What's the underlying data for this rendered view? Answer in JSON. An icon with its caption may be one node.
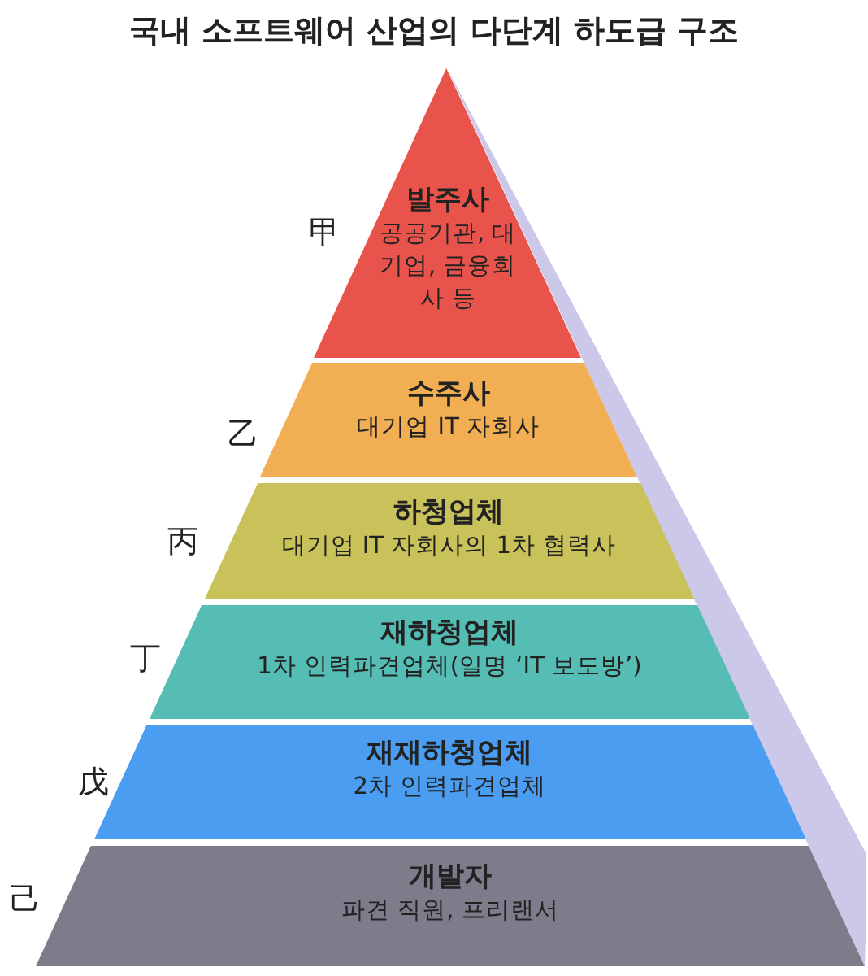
{
  "diagram": {
    "title": "국내 소프트웨어 산업의 다단계 하도급 구조",
    "nodes": [
      {
        "text": [
          "발주사",
          "공공기관, 대기업, 금융회사 등"
        ],
        "beside": [
          "甲"
        ]
      },
      {
        "text": [
          "수주사",
          "대기업 IT 자회사"
        ],
        "beside": [
          "乙"
        ]
      },
      {
        "text": [
          "하청업체",
          "대기업 IT 자회사의 1차 협력사"
        ],
        "beside": [
          "丙"
        ]
      },
      {
        "text": [
          "재하청업체",
          "1차 인력파견업체(일명 ‘IT 보도방’)"
        ],
        "beside": [
          "丁"
        ]
      },
      {
        "text": [
          "재재하청업체",
          "2차 인력파견업체"
        ],
        "beside": [
          "戊"
        ]
      },
      {
        "text": [
          "개발자",
          "파견 직원, 프리랜서"
        ],
        "beside": [
          "己"
        ]
      }
    ]
  }
}
